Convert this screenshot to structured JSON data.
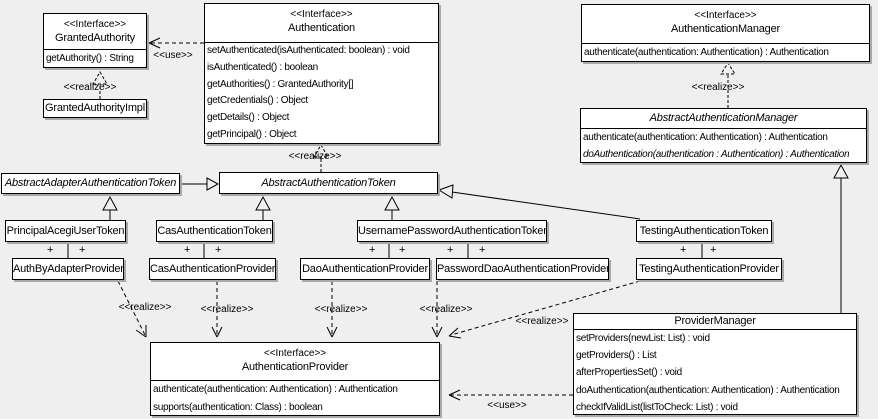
{
  "colors": {
    "background": "#efefef",
    "box_fill": "#ffffff",
    "border": "#000000",
    "shadow": "#a9a9a9"
  },
  "labels": {
    "use": "<<use>>",
    "realize": "<<realize>>",
    "plus": "+"
  },
  "classes": {
    "granted_authority": {
      "stereotype": "<<Interface>>",
      "name": "GrantedAuthority",
      "methods": [
        "getAuthority() : String"
      ]
    },
    "granted_authority_impl": {
      "name": "GrantedAuthorityImpl"
    },
    "authentication": {
      "stereotype": "<<Interface>>",
      "name": "Authentication",
      "methods": [
        "setAuthenticated(isAuthenticated: boolean) : void",
        "isAuthenticated() : boolean",
        "getAuthorities() : GrantedAuthority[]",
        "getCredentials() : Object",
        "getDetails() : Object",
        "getPrincipal() : Object"
      ]
    },
    "authentication_manager": {
      "stereotype": "<<Interface>>",
      "name": "AuthenticationManager",
      "methods": [
        "authenticate(authentication: Authentication) : Authentication"
      ]
    },
    "abstract_authentication_manager": {
      "name": "AbstractAuthenticationManager",
      "methods": [
        "authenticate(authentication: Authentication) : Authentication",
        "doAuthentication(authentication : Authentication) : Authentication"
      ]
    },
    "abstract_adapter_authentication_token": {
      "name": "AbstractAdapterAuthenticationToken"
    },
    "abstract_authentication_token": {
      "name": "AbstractAuthenticationToken"
    },
    "principal_acegi_user_token": {
      "name": "PrincipalAcegiUserToken"
    },
    "cas_authentication_token": {
      "name": "CasAuthenticationToken"
    },
    "username_password_authentication_token": {
      "name": "UsernamePasswordAuthenticationToken"
    },
    "testing_authentication_token": {
      "name": "TestingAuthenticationToken"
    },
    "auth_by_adapter_provider": {
      "name": "AuthByAdapterProvider"
    },
    "cas_authentication_provider": {
      "name": "CasAuthenticationProvider"
    },
    "dao_authentication_provider": {
      "name": "DaoAuthenticationProvider"
    },
    "password_dao_authentication_provider": {
      "name": "PasswordDaoAuthenticationProvider"
    },
    "testing_authentication_provider": {
      "name": "TestingAuthenticationProvider"
    },
    "authentication_provider": {
      "stereotype": "<<Interface>>",
      "name": "AuthenticationProvider",
      "methods": [
        "authenticate(authentication: Authentication) : Authentication",
        "supports(authentication: Class) : boolean"
      ]
    },
    "provider_manager": {
      "name": "ProviderManager",
      "methods": [
        "setProviders(newList: List) : void",
        "getProviders() : List",
        "afterPropertiesSet() : void",
        "doAuthentication(authentication: Authentication) : Authentication",
        "checkIfValidList(listToCheck: List) : void"
      ]
    }
  }
}
